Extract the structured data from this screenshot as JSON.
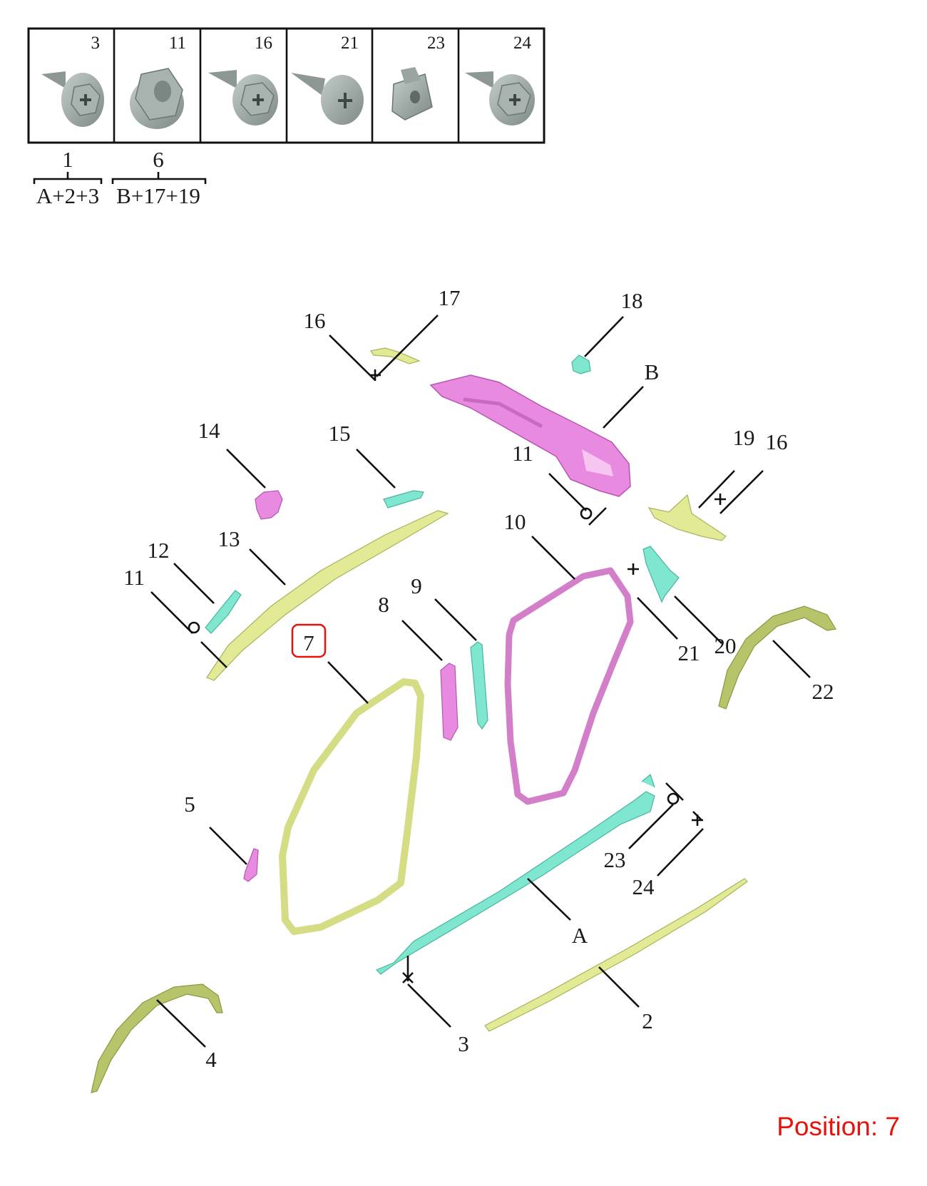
{
  "thumbnails": [
    {
      "number": "3",
      "icon": "hex-flange-screw-icon"
    },
    {
      "number": "11",
      "icon": "hex-flange-nut-icon"
    },
    {
      "number": "16",
      "icon": "hex-flange-screw-icon"
    },
    {
      "number": "21",
      "icon": "pan-head-screw-icon"
    },
    {
      "number": "23",
      "icon": "clip-nut-icon"
    },
    {
      "number": "24",
      "icon": "hex-flange-screw-icon"
    }
  ],
  "assemblies": [
    {
      "number": "1",
      "formula": "A+2+3"
    },
    {
      "number": "6",
      "formula": "B+17+19"
    }
  ],
  "callouts": {
    "c16a": "16",
    "c17": "17",
    "c18": "18",
    "cB": "B",
    "c14": "14",
    "c15": "15",
    "c11a": "11",
    "c19": "19",
    "c16b": "16",
    "c10": "10",
    "c13": "13",
    "c12": "12",
    "c11b": "11",
    "c8": "8",
    "c9": "9",
    "c7": "7",
    "c21": "21",
    "c20": "20",
    "c22": "22",
    "c5": "5",
    "c23": "23",
    "c24": "24",
    "cA": "A",
    "c2": "2",
    "c3": "3",
    "c4": "4"
  },
  "highlighted": "7",
  "position_label": "Position: 7",
  "colors": {
    "pink": "#e88be0",
    "cyan": "#7fe6d0",
    "yellow": "#e3ea96",
    "olive": "#b7c46a",
    "highlight": "#e8120c"
  }
}
